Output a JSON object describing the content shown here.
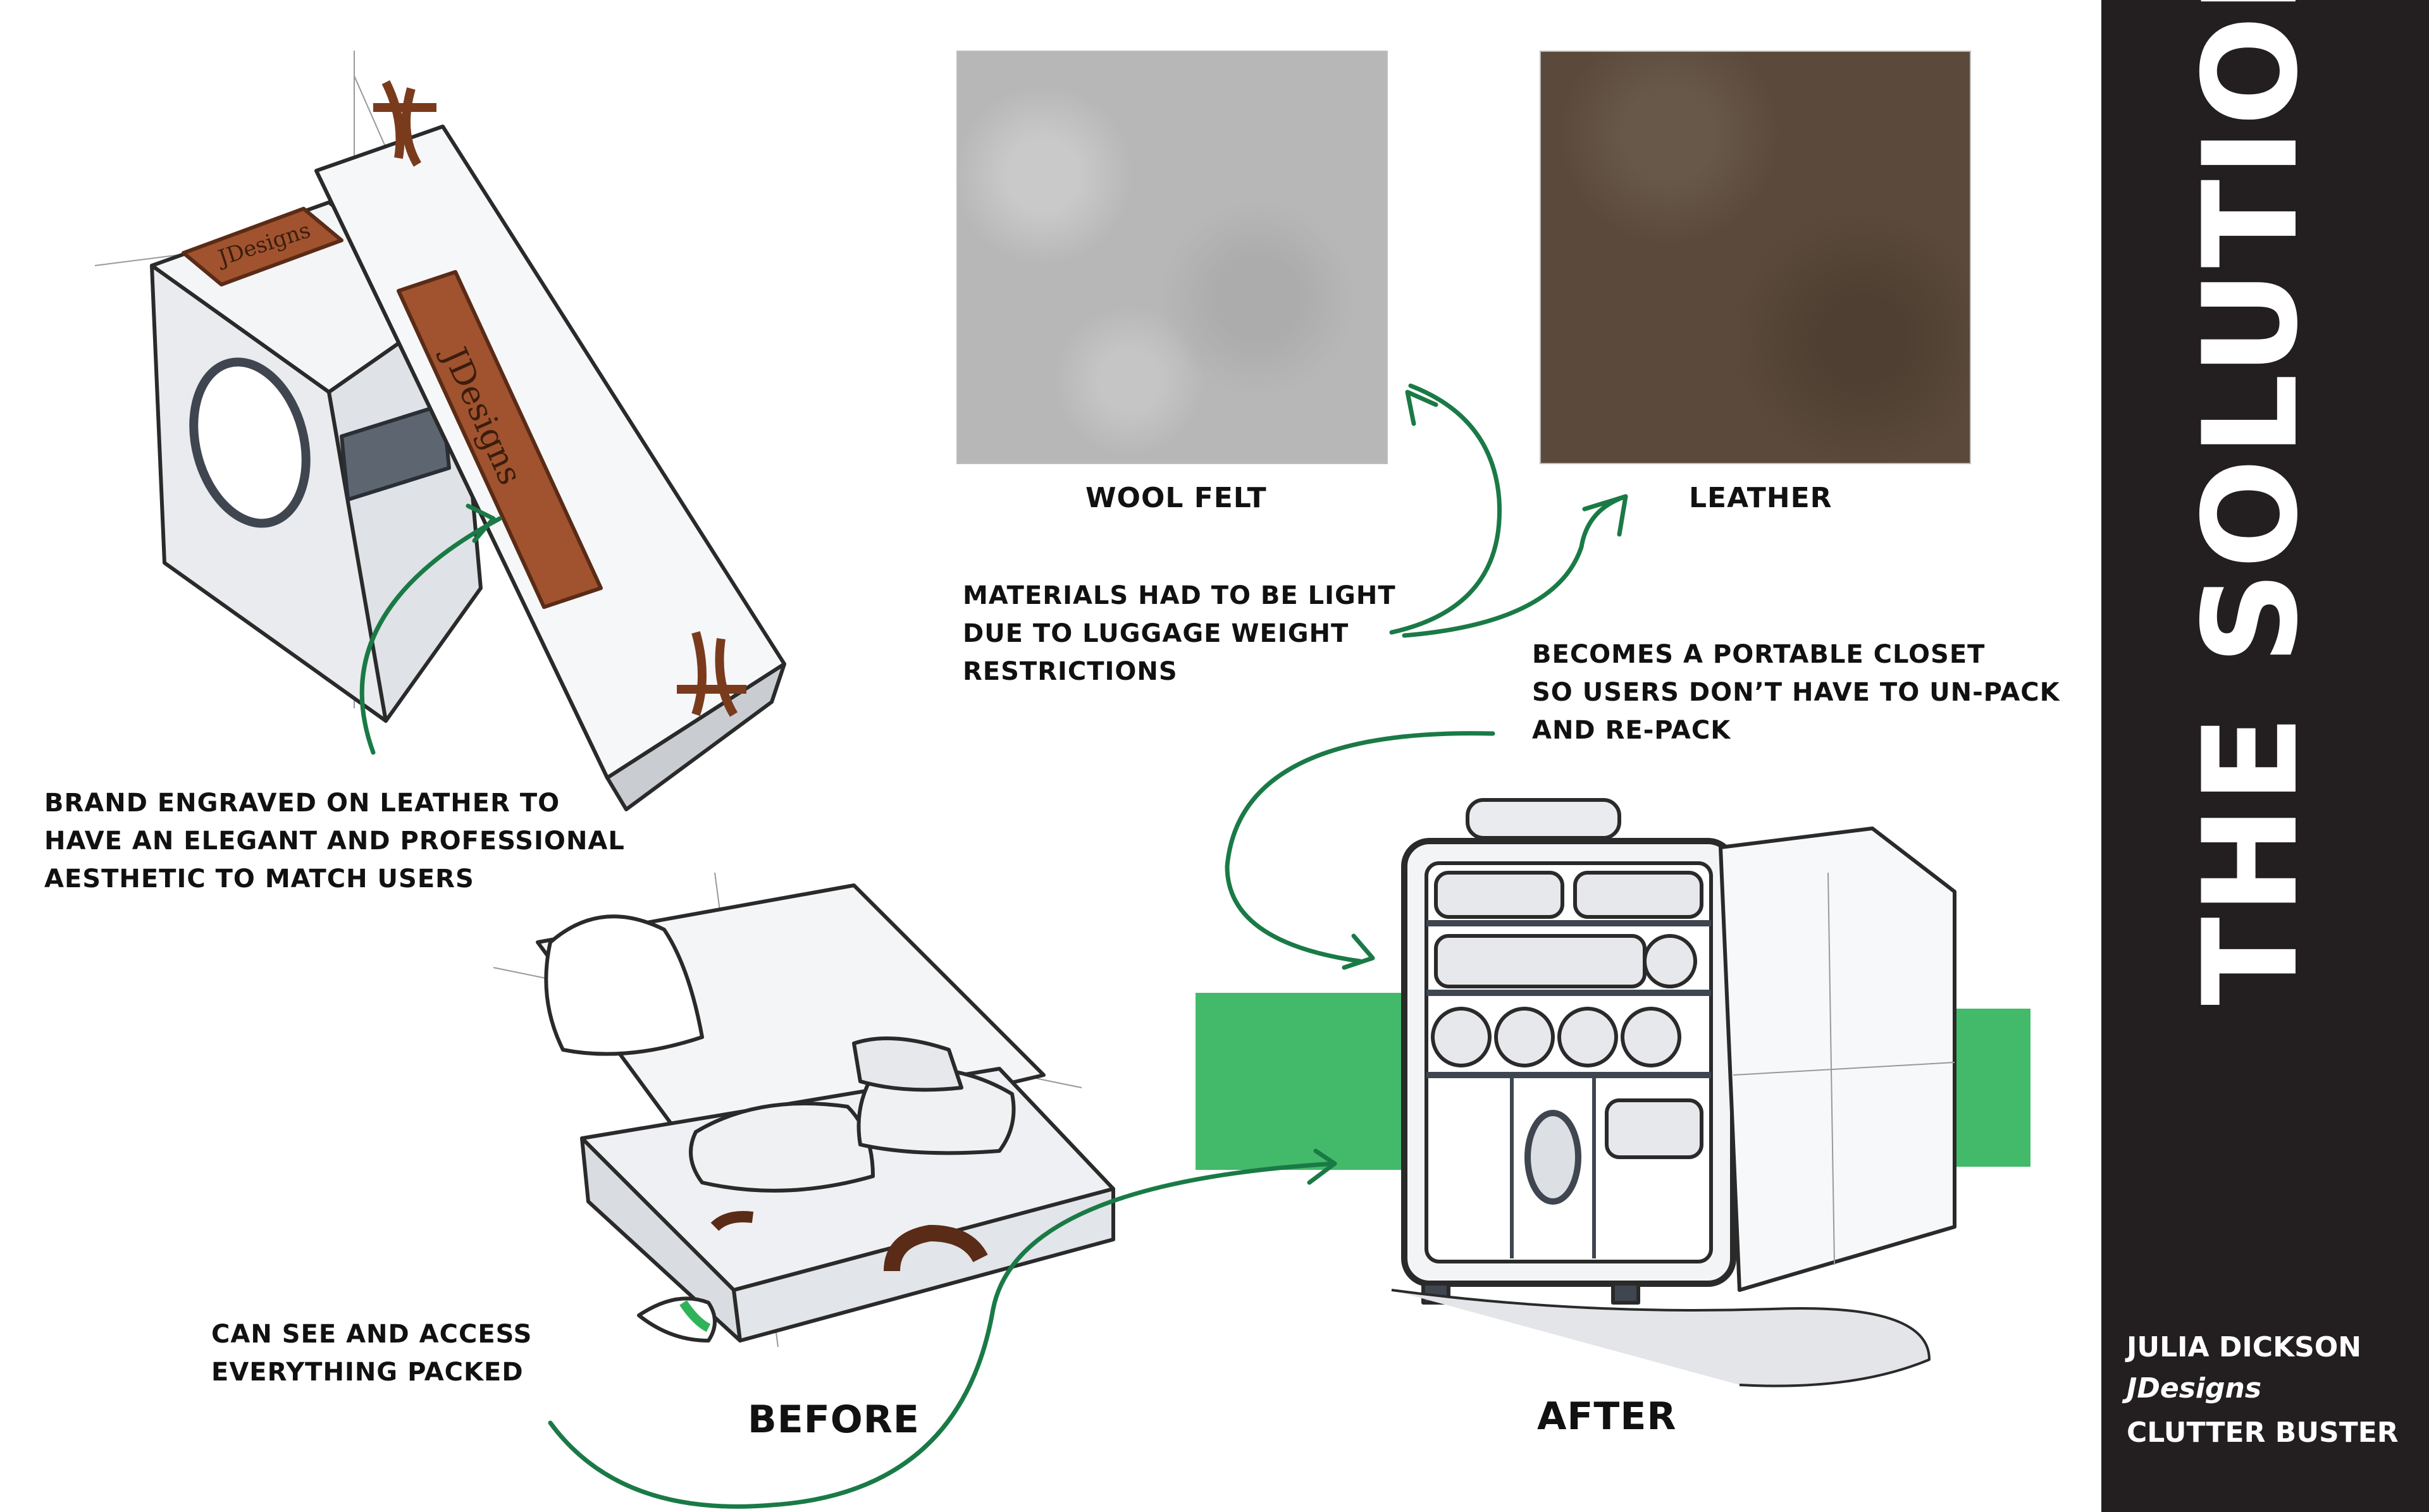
{
  "board": {
    "title": "THE SOLUTION",
    "credits": {
      "name": "JULIA DICKSON",
      "brand": "JDesigns",
      "project": "CLUTTER BUSTER"
    }
  },
  "materials": {
    "felt_label": "WOOL FELT",
    "leather_label": "LEATHER",
    "note_lines": [
      "MATERIALS HAD TO BE LIGHT",
      "DUE TO LUGGAGE WEIGHT",
      "RESTRICTIONS"
    ]
  },
  "notes": {
    "brand_lines": [
      "BRAND ENGRAVED ON LEATHER TO",
      "HAVE AN ELEGANT AND PROFESSIONAL",
      "AESTHETIC TO MATCH USERS"
    ],
    "closet_lines": [
      "BECOMES A PORTABLE CLOSET",
      "SO USERS DON’T HAVE TO UN-PACK",
      "AND RE-PACK"
    ],
    "access_lines": [
      "CAN SEE AND ACCESS",
      "EVERYTHING PACKED"
    ]
  },
  "sketches": {
    "before_label": "BEFORE",
    "after_label": "AFTER",
    "engraving_text": "JDesigns",
    "engraving_small": "JDesigns"
  },
  "colors": {
    "arrow": "#1a7a46",
    "marker_green": "#2fb35a",
    "leather": "#8a4a2a",
    "sidebar": "#231f20"
  }
}
